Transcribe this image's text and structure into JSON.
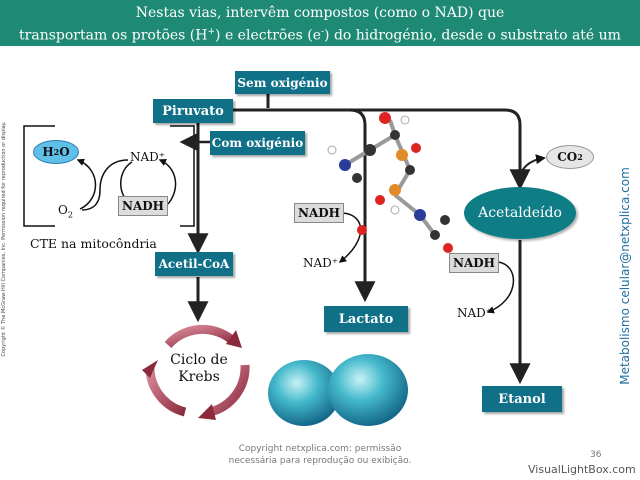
{
  "header": {
    "line1": "Nestas vias, intervêm compostos (como o NAD) que",
    "line2_a": "transportam os protões (H",
    "line2_sup1": "+",
    "line2_b": ") e electrões (e",
    "line2_sup2": "-",
    "line2_c": ") do hidrogénio, desde o substrato até um aceptor final."
  },
  "boxes": {
    "sem_oxigenio": "Sem oxigénio",
    "piruvato": "Piruvato",
    "com_oxigenio": "Com oxigénio",
    "acetil_coa": "Acetil-CoA",
    "lactato": "Lactato",
    "etanol": "Etanol"
  },
  "cte": {
    "h2o_main": "H",
    "h2o_sub": "2",
    "h2o_end": "O",
    "nad_plus": "NAD⁺",
    "nadh": "NADH",
    "o2_main": "O",
    "o2_sub": "2",
    "caption": "CTE na mitocôndria"
  },
  "lactate_branch": {
    "nadh": "NADH",
    "nad_plus": "NAD⁺"
  },
  "ethanol_branch": {
    "co2_main": "CO",
    "co2_sub": "2",
    "acetaldeido": "Acetaldeído",
    "nadh": "NADH",
    "nad_plus": "NAD⁺"
  },
  "krebs": {
    "line1": "Ciclo de",
    "line2": "Krebs"
  },
  "side_left": "Copyright © The McGraw-Hill Companies, Inc. Permission required for reproduction or display.",
  "side_right": "Metabolismo celular@netxplica.com",
  "footer": {
    "line1": "Copyright netxplica.com: permissão",
    "line2": "necessária para reprodução ou exibição.",
    "page": "36",
    "watermark": "VisualLightBox.com"
  },
  "colors": {
    "header_bg": "#1f8a73",
    "box_bg": "#0f7088",
    "acetaldeido_bg": "#0f7d86",
    "h2o_bubble": "#5fc0ea",
    "krebs_arrow": "#b04a5e"
  }
}
